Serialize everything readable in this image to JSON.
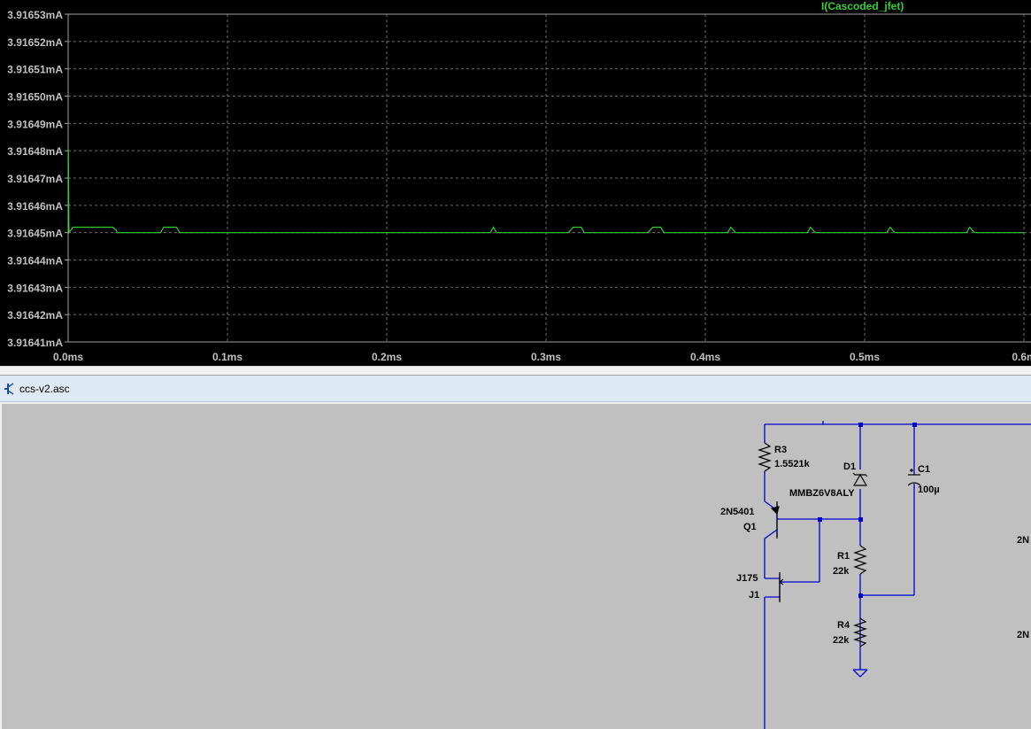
{
  "plot": {
    "trace_label": "I(Cascoded_jfet)",
    "trace_color": "#33cc33",
    "y_ticks": [
      "3.91653mA",
      "3.91652mA",
      "3.91651mA",
      "3.91650mA",
      "3.91649mA",
      "3.91648mA",
      "3.91647mA",
      "3.91646mA",
      "3.91645mA",
      "3.91644mA",
      "3.91643mA",
      "3.91642mA",
      "3.91641mA"
    ],
    "x_ticks": [
      "0.0ms",
      "0.1ms",
      "0.2ms",
      "0.3ms",
      "0.4ms",
      "0.5ms",
      "0.6m"
    ]
  },
  "chart_data": {
    "type": "line",
    "title": "",
    "xlabel": "",
    "ylabel": "",
    "legend": "top-right",
    "grid": true,
    "xlim": [
      0,
      0.6
    ],
    "ylim": [
      3.91641,
      3.91653
    ],
    "series": [
      {
        "name": "I(Cascoded_jfet)",
        "x": [
          0,
          0.0001,
          0.0005,
          0.003,
          0.028,
          0.03,
          0.031,
          0.058,
          0.06,
          0.068,
          0.07,
          0.265,
          0.267,
          0.269,
          0.314,
          0.317,
          0.322,
          0.324,
          0.364,
          0.367,
          0.372,
          0.374,
          0.414,
          0.416,
          0.419,
          0.464,
          0.466,
          0.469,
          0.514,
          0.516,
          0.519,
          0.564,
          0.566,
          0.569,
          0.6
        ],
        "y": [
          3.91648,
          3.91648,
          3.91645,
          3.916452,
          3.916452,
          3.916451,
          3.91645,
          3.91645,
          3.916452,
          3.916452,
          3.91645,
          3.91645,
          3.916452,
          3.91645,
          3.91645,
          3.916452,
          3.916452,
          3.91645,
          3.91645,
          3.916452,
          3.916452,
          3.91645,
          3.91645,
          3.916452,
          3.91645,
          3.91645,
          3.916452,
          3.91645,
          3.91645,
          3.916452,
          3.91645,
          3.91645,
          3.916452,
          3.91645,
          3.91645
        ]
      }
    ]
  },
  "schematic": {
    "file_name": "ccs-v2.asc",
    "wire_color": "#0000cc",
    "R3": {
      "ref": "R3",
      "value": "1.5521k"
    },
    "D1": {
      "ref": "D1",
      "value": "MMBZ6V8ALY"
    },
    "C1": {
      "ref": "C1",
      "value": "100µ"
    },
    "Q1": {
      "ref": "Q1",
      "model": "2N5401"
    },
    "R1": {
      "ref": "R1",
      "value": "22k"
    },
    "J1": {
      "ref": "J1",
      "model": "J175"
    },
    "R4": {
      "ref": "R4",
      "value": "22k"
    },
    "edge_label_1": "2N",
    "edge_label_2": "2N"
  }
}
